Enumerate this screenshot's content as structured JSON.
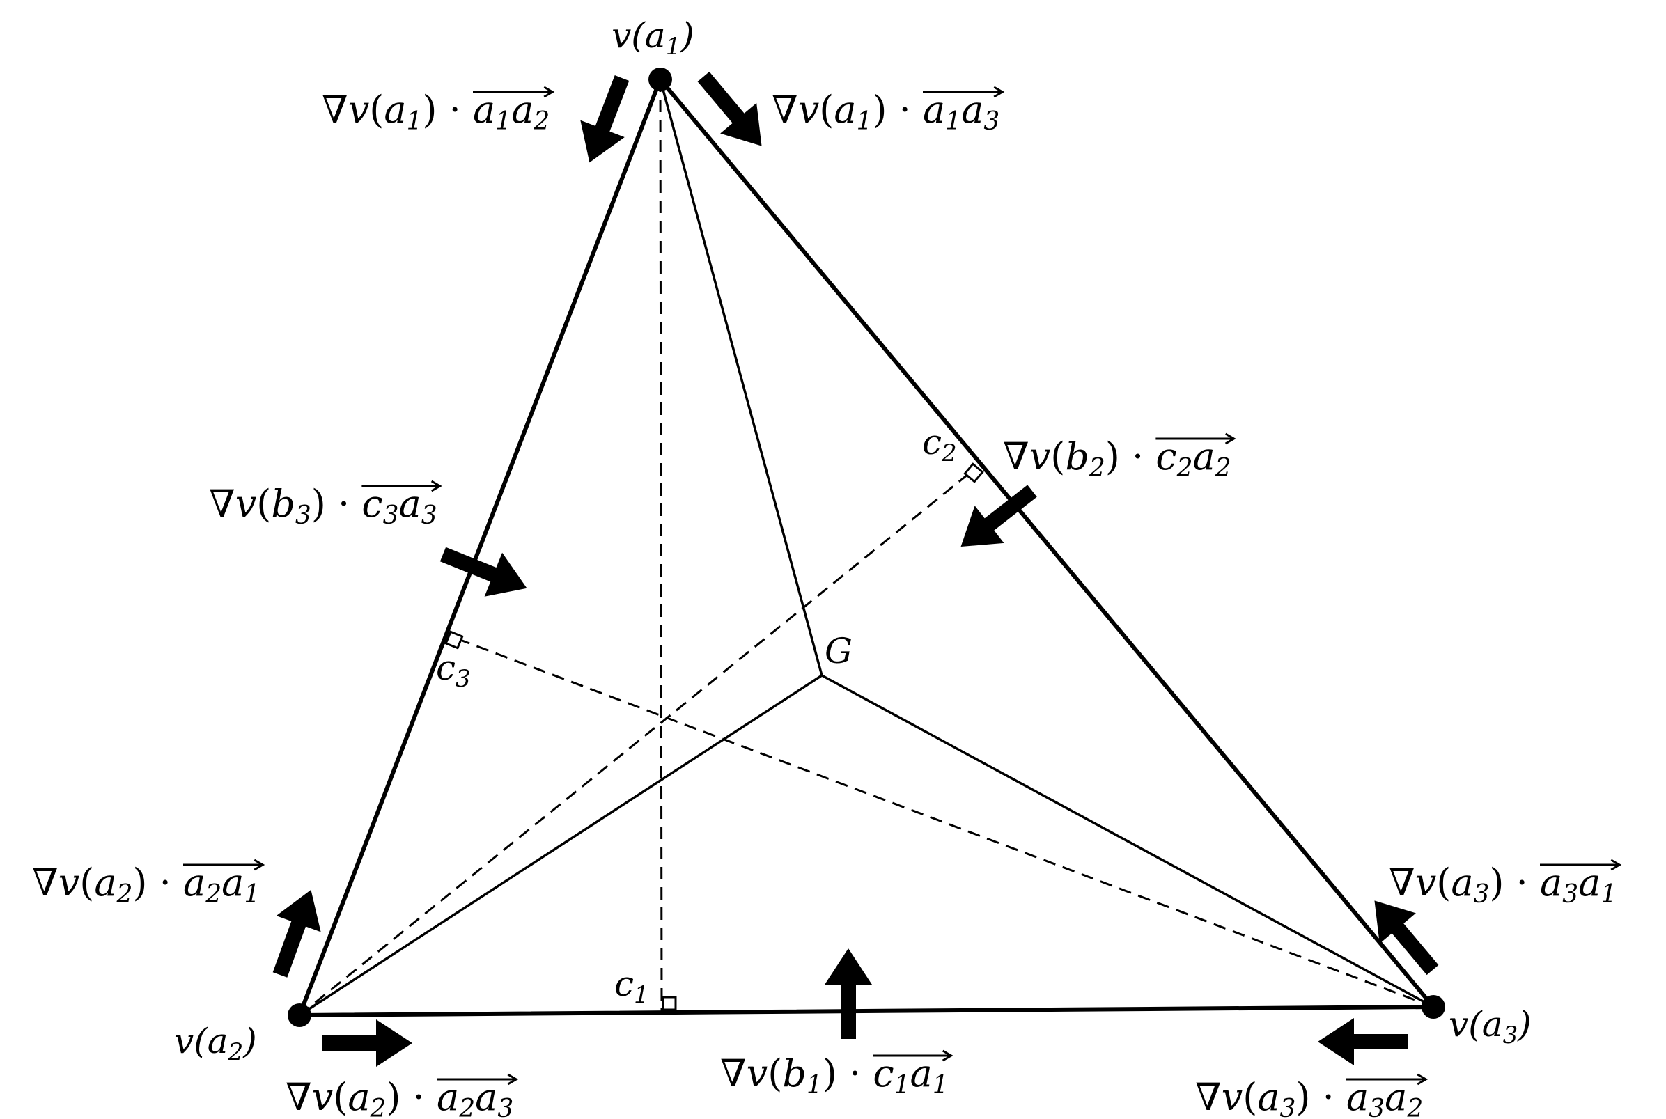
{
  "vertices": {
    "a1": {
      "label": "v",
      "arg": "a",
      "sub": "1"
    },
    "a2": {
      "label": "v",
      "arg": "a",
      "sub": "2"
    },
    "a3": {
      "label": "v",
      "arg": "a",
      "sub": "3"
    }
  },
  "points": {
    "G": "G",
    "c1": {
      "base": "c",
      "sub": "1"
    },
    "c2": {
      "base": "c",
      "sub": "2"
    },
    "c3": {
      "base": "c",
      "sub": "3"
    }
  },
  "gradient_labels": [
    {
      "id": "a1a2",
      "point": "a",
      "point_sub": "1",
      "from": "a",
      "from_sub": "1",
      "to": "a",
      "to_sub": "2"
    },
    {
      "id": "a1a3",
      "point": "a",
      "point_sub": "1",
      "from": "a",
      "from_sub": "1",
      "to": "a",
      "to_sub": "3"
    },
    {
      "id": "b2c2a2",
      "point": "b",
      "point_sub": "2",
      "from": "c",
      "from_sub": "2",
      "to": "a",
      "to_sub": "2"
    },
    {
      "id": "b3c3a3",
      "point": "b",
      "point_sub": "3",
      "from": "c",
      "from_sub": "3",
      "to": "a",
      "to_sub": "3"
    },
    {
      "id": "a2a1",
      "point": "a",
      "point_sub": "2",
      "from": "a",
      "from_sub": "2",
      "to": "a",
      "to_sub": "1"
    },
    {
      "id": "a3a1",
      "point": "a",
      "point_sub": "3",
      "from": "a",
      "from_sub": "3",
      "to": "a",
      "to_sub": "1"
    },
    {
      "id": "a2a3",
      "point": "a",
      "point_sub": "2",
      "from": "a",
      "from_sub": "2",
      "to": "a",
      "to_sub": "3"
    },
    {
      "id": "b1c1a1",
      "point": "b",
      "point_sub": "1",
      "from": "c",
      "from_sub": "1",
      "to": "a",
      "to_sub": "1"
    },
    {
      "id": "a3a2",
      "point": "a",
      "point_sub": "3",
      "from": "a",
      "from_sub": "3",
      "to": "a",
      "to_sub": "2"
    }
  ],
  "symbols": {
    "nabla": "∇",
    "dot": "·",
    "func": "v"
  }
}
